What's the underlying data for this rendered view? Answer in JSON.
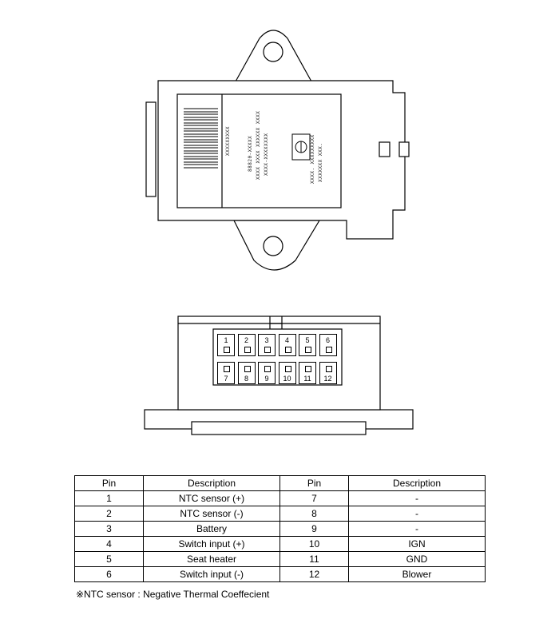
{
  "connector": {
    "top_row": [
      "1",
      "2",
      "3",
      "4",
      "5",
      "6"
    ],
    "bottom_row": [
      "7",
      "8",
      "9",
      "10",
      "11",
      "12"
    ]
  },
  "label": {
    "line_a": "XXXXXXXXX",
    "line_b": "88820-XXXXX",
    "line_c": "XXXX XXXX XXXXXX XXXX",
    "line_d": "XXXX-XXXXXXXX",
    "line_e": "XXXX. XXXXXXXXX",
    "line_f": "XXXXXXX XXX."
  },
  "table": {
    "headers": [
      "Pin",
      "Description",
      "Pin",
      "Description"
    ],
    "rows": [
      [
        "1",
        "NTC sensor (+)",
        "7",
        "-"
      ],
      [
        "2",
        "NTC sensor (-)",
        "8",
        "-"
      ],
      [
        "3",
        "Battery",
        "9",
        "-"
      ],
      [
        "4",
        "Switch input (+)",
        "10",
        "IGN"
      ],
      [
        "5",
        "Seat heater",
        "11",
        "GND"
      ],
      [
        "6",
        "Switch input (-)",
        "12",
        "Blower"
      ]
    ]
  },
  "note": "※NTC sensor : Negative Thermal Coeffecient"
}
